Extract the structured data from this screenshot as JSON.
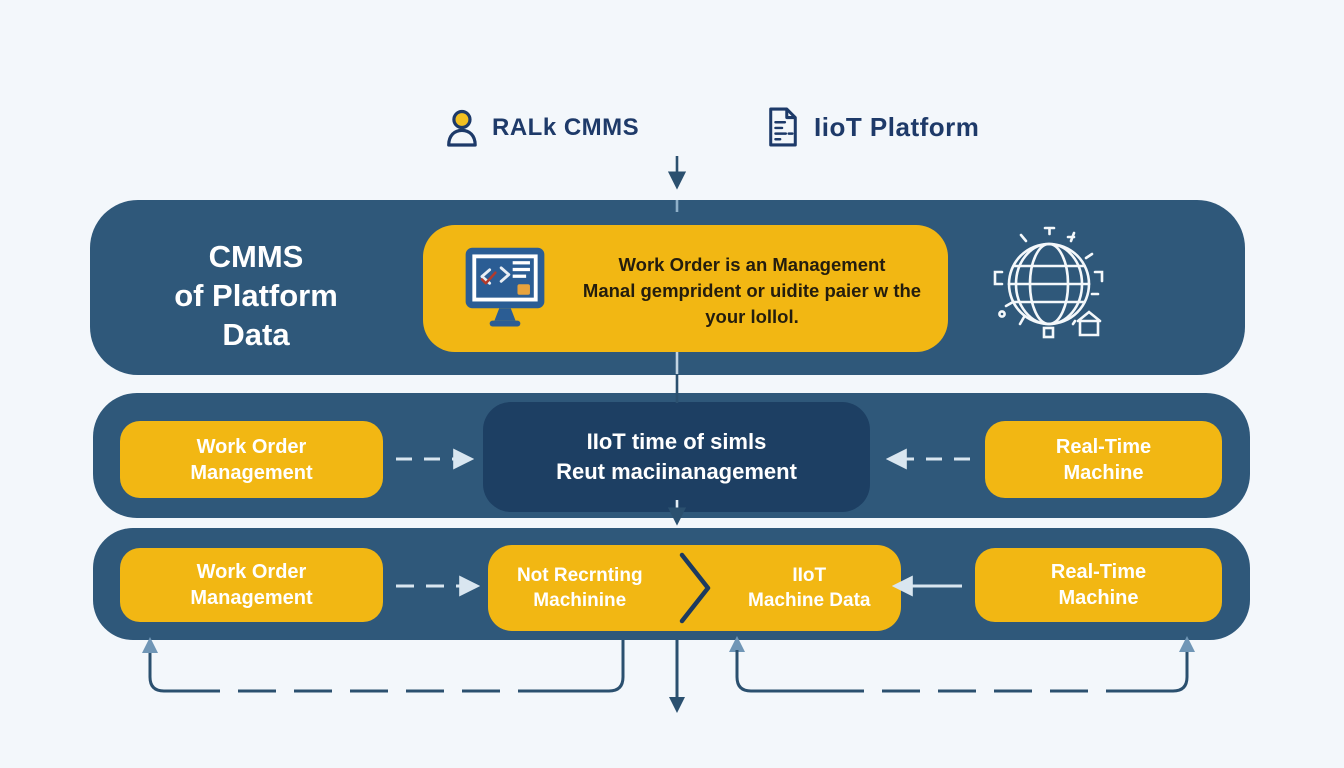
{
  "colors": {
    "background": "#f3f7fb",
    "bar_blue": "#2f587a",
    "center_navy": "#1d3f63",
    "yellow": "#f2b713",
    "header_text": "#1e3a69",
    "line_dark": "#2b506f",
    "line_light": "#d9e6f0",
    "arrow_up_light": "#7096b6"
  },
  "header": {
    "cmms_label": "RALk CMMS",
    "cmms_icon": "person-icon",
    "iiot_label": "IioT Platform",
    "iiot_icon": "document-icon"
  },
  "row1": {
    "title_lines": [
      "CMMS",
      "of Platform",
      "Data"
    ],
    "card_icon": "monitor-icon",
    "card_lines": [
      "Work Order is an Management",
      "Manal gemprident or uidite paier w the",
      "your lollol."
    ],
    "globe_icon": "globe-icon"
  },
  "row2": {
    "left_lines": [
      "Work Order",
      "Management"
    ],
    "center_lines": [
      "IIoT time of simls",
      "Reut maciinanagement"
    ],
    "right_lines": [
      "Real-Time",
      "Machine"
    ]
  },
  "row3": {
    "left_lines": [
      "Work Order",
      "Management"
    ],
    "center_left_lines": [
      "Not Recrnting",
      "Machinine"
    ],
    "center_right_lines": [
      "IIoT",
      "Machine Data"
    ],
    "right_lines": [
      "Real-Time",
      "Machine"
    ]
  }
}
